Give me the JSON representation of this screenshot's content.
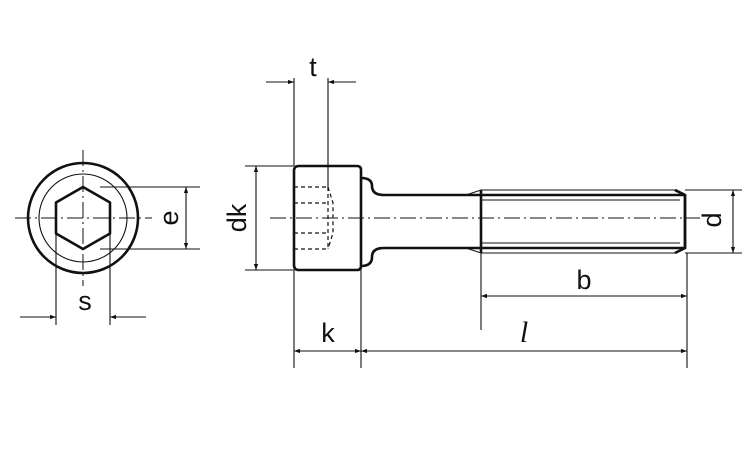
{
  "diagram": {
    "labels": {
      "t": "t",
      "dk": "dk",
      "e": "e",
      "s": "s",
      "k": "k",
      "l": "l",
      "b": "b",
      "d": "d"
    },
    "colors": {
      "line": "#111111",
      "background": "#ffffff"
    }
  }
}
